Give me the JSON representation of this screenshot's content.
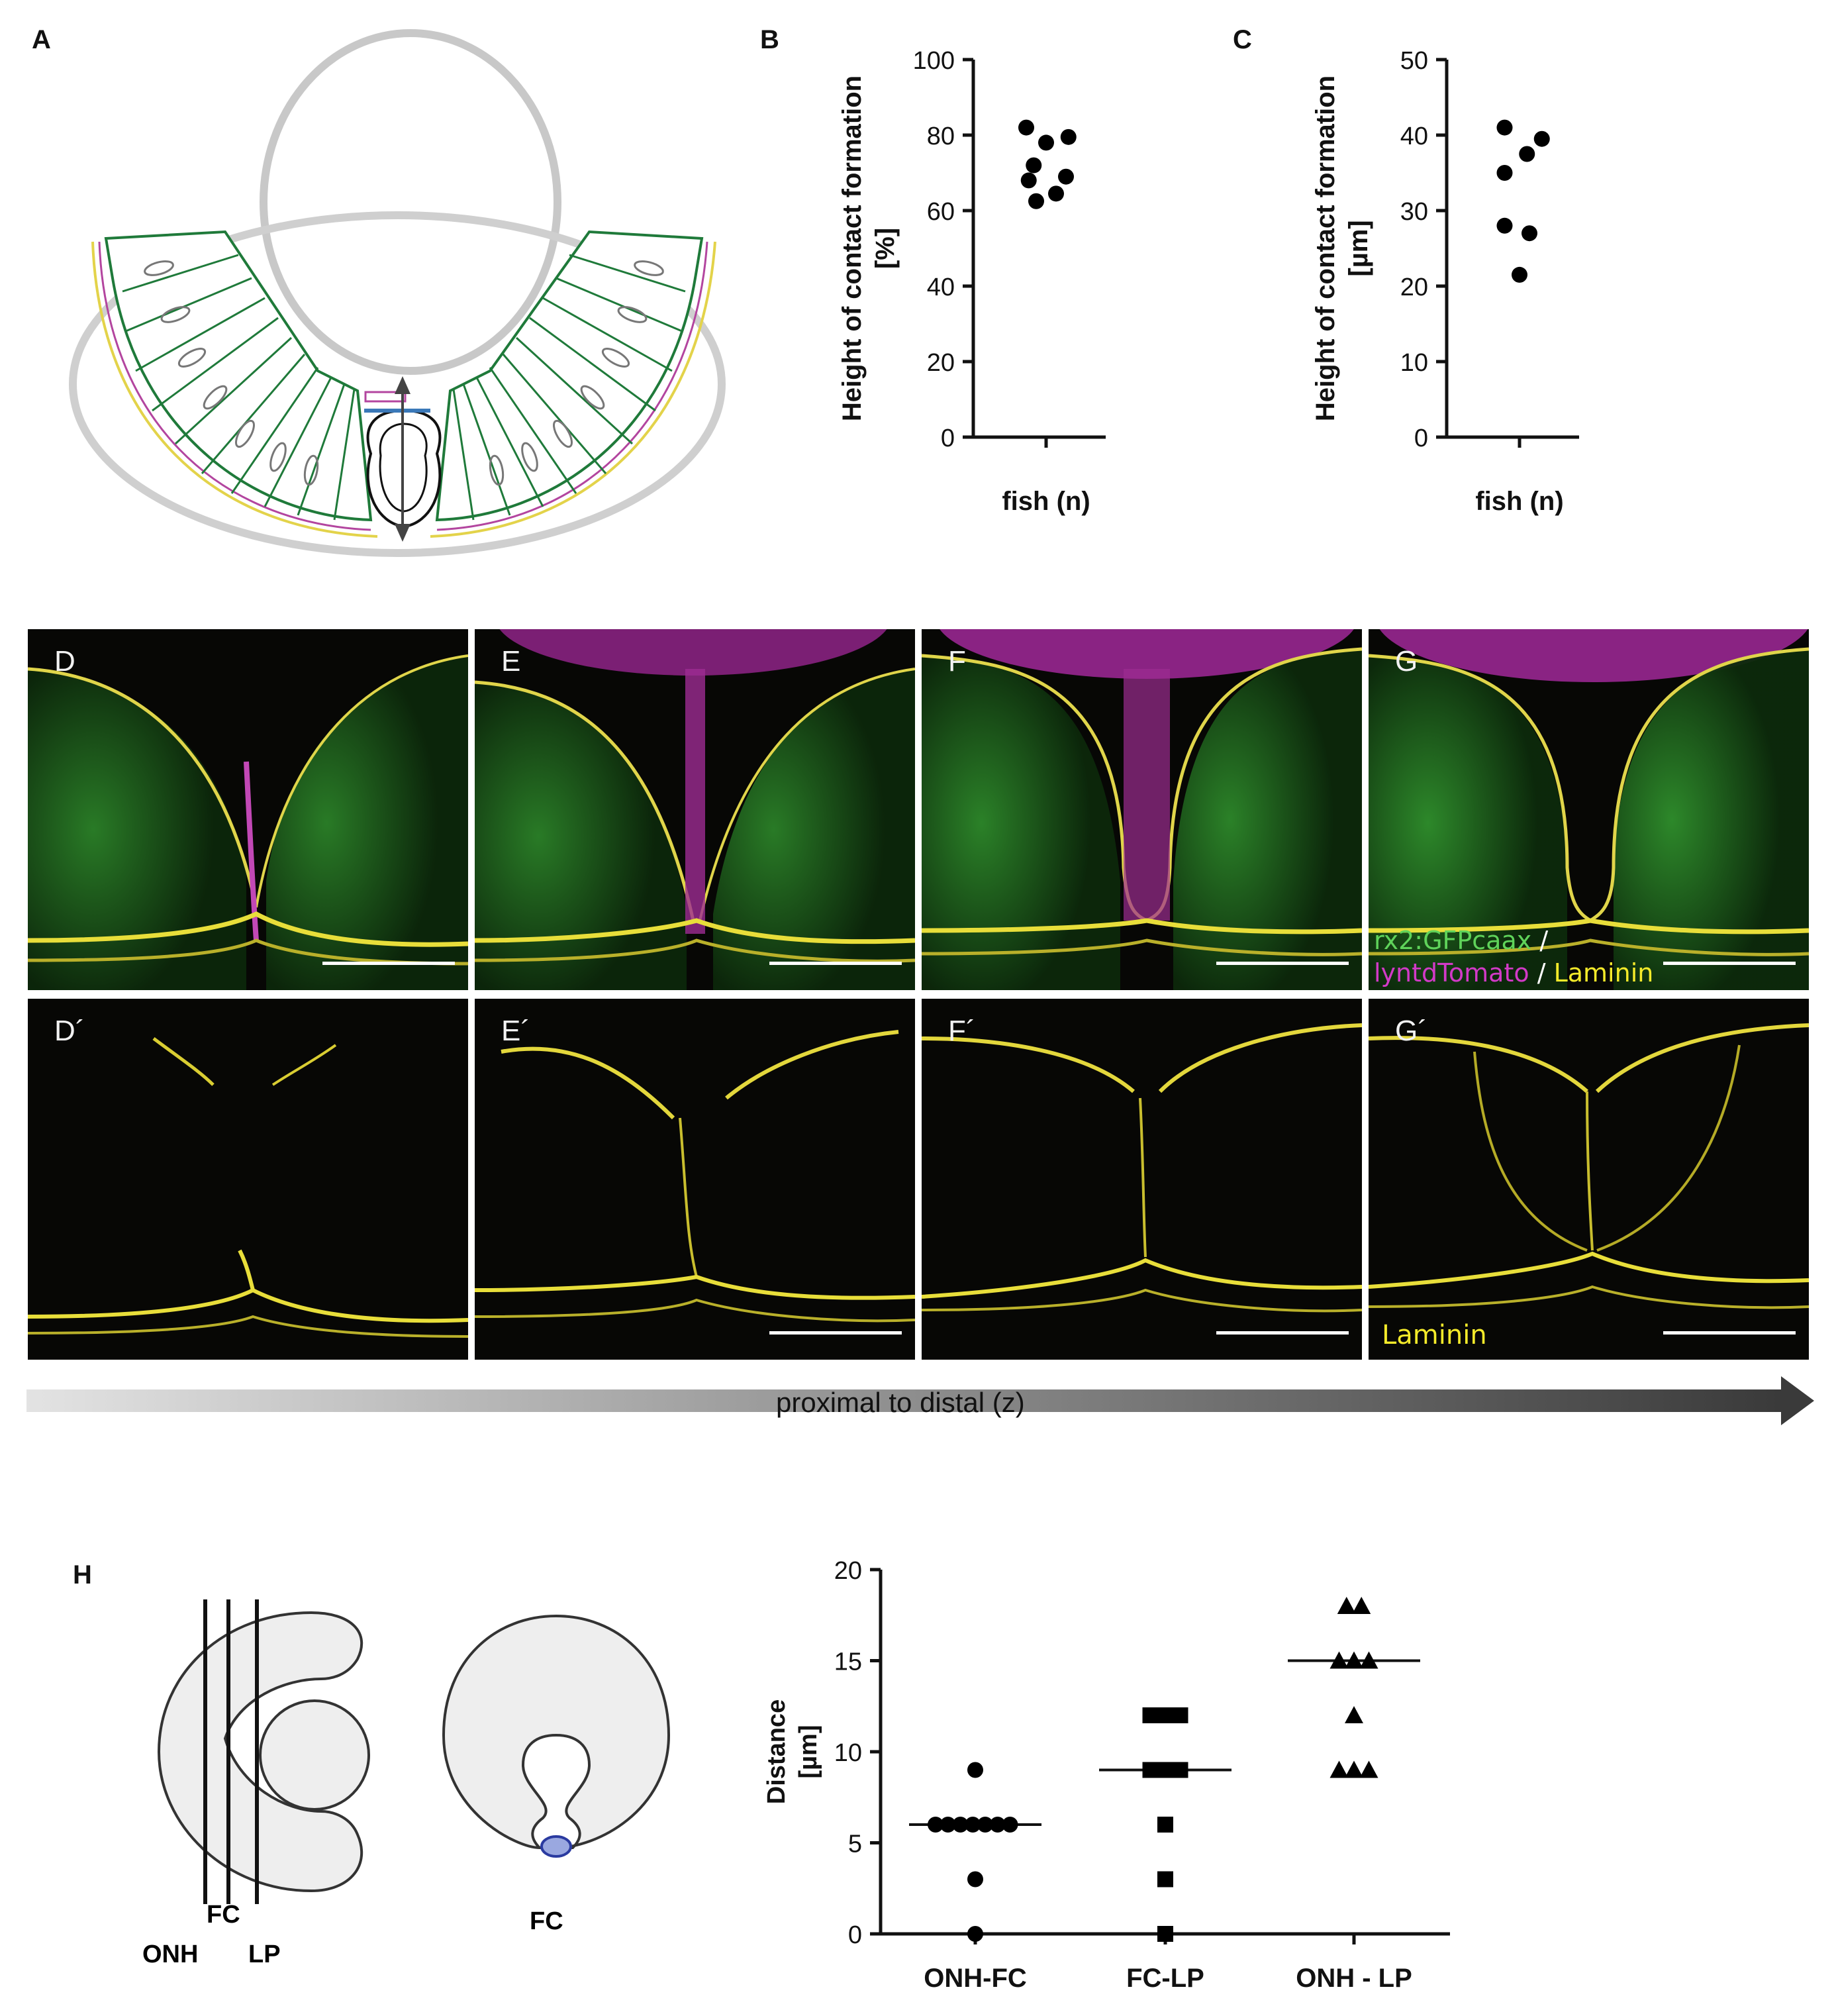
{
  "panels": {
    "A": "A",
    "B": "B",
    "C": "C",
    "D": "D",
    "E": "E",
    "F": "F",
    "G": "G",
    "Dp": "D´",
    "Ep": "E´",
    "Fp": "F´",
    "Gp": "G´",
    "H": "H"
  },
  "legend": {
    "green": "rx2:GFPcaax",
    "slash1": " /",
    "magenta": "lyntdTomato",
    "slash2": " / ",
    "yellow": "Laminin",
    "laminin_only": "Laminin"
  },
  "gradient_arrow": {
    "label": "proximal to distal (z)"
  },
  "diagram_H": {
    "label_fc_side": "FC",
    "label_onh": "ONH",
    "label_lp": "LP",
    "label_fc_front": "FC"
  },
  "colors": {
    "green": "#5fd35a",
    "magenta": "#d23ac7",
    "yellow": "#f4ea2a",
    "cell_outline": "#1f7a3a",
    "lamina": "#d6c84a",
    "membrane": "#b3459f"
  },
  "chart_data": [
    {
      "panel": "B",
      "type": "scatter",
      "ylabel": "Height of contact formation\n[%]",
      "xlabel": "fish (n)",
      "ylim": [
        0,
        100
      ],
      "yticks": [
        0,
        20,
        40,
        60,
        80,
        100
      ],
      "points": [
        {
          "x": -0.4,
          "y": 82
        },
        {
          "x": 0.0,
          "y": 78
        },
        {
          "x": 0.45,
          "y": 79.5
        },
        {
          "x": -0.25,
          "y": 72
        },
        {
          "x": -0.35,
          "y": 68
        },
        {
          "x": 0.4,
          "y": 69
        },
        {
          "x": -0.2,
          "y": 62.5
        },
        {
          "x": 0.2,
          "y": 64.5
        }
      ]
    },
    {
      "panel": "C",
      "type": "scatter",
      "ylabel": "Height of contact formation\n[µm]",
      "xlabel": "fish (n)",
      "ylim": [
        0,
        50
      ],
      "yticks": [
        0,
        10,
        20,
        30,
        40,
        50
      ],
      "points": [
        {
          "x": -0.3,
          "y": 41
        },
        {
          "x": 0.15,
          "y": 37.5
        },
        {
          "x": 0.45,
          "y": 39.5
        },
        {
          "x": -0.3,
          "y": 35
        },
        {
          "x": -0.3,
          "y": 28
        },
        {
          "x": 0.2,
          "y": 27
        },
        {
          "x": 0.0,
          "y": 21.5
        }
      ]
    },
    {
      "panel": "H",
      "type": "scatter",
      "ylabel": "Distance\n[µm]",
      "ylim": [
        0,
        20
      ],
      "yticks": [
        0,
        5,
        10,
        15,
        20
      ],
      "categories": [
        "ONH-FC",
        "FC-LP",
        "ONH - LP"
      ],
      "series": [
        {
          "category": "ONH-FC",
          "marker": "circle",
          "median": 6,
          "points": [
            {
              "x": 0.0,
              "y": 9
            },
            {
              "x": -0.8,
              "y": 6
            },
            {
              "x": -0.55,
              "y": 6
            },
            {
              "x": -0.3,
              "y": 6
            },
            {
              "x": -0.05,
              "y": 6
            },
            {
              "x": 0.2,
              "y": 6
            },
            {
              "x": 0.45,
              "y": 6
            },
            {
              "x": 0.7,
              "y": 6
            },
            {
              "x": 0.0,
              "y": 3
            },
            {
              "x": 0.0,
              "y": 0
            }
          ]
        },
        {
          "category": "FC-LP",
          "marker": "square",
          "median": 9,
          "points": [
            {
              "x": -0.3,
              "y": 12
            },
            {
              "x": 0.0,
              "y": 12
            },
            {
              "x": 0.3,
              "y": 12
            },
            {
              "x": -0.3,
              "y": 9
            },
            {
              "x": 0.0,
              "y": 9
            },
            {
              "x": 0.3,
              "y": 9
            },
            {
              "x": 0.0,
              "y": 6
            },
            {
              "x": 0.0,
              "y": 3
            },
            {
              "x": 0.0,
              "y": 0
            }
          ]
        },
        {
          "category": "ONH - LP",
          "marker": "triangle",
          "median": 15,
          "points": [
            {
              "x": -0.15,
              "y": 18
            },
            {
              "x": 0.15,
              "y": 18
            },
            {
              "x": -0.3,
              "y": 15
            },
            {
              "x": 0.0,
              "y": 15
            },
            {
              "x": 0.3,
              "y": 15
            },
            {
              "x": 0.0,
              "y": 12
            },
            {
              "x": -0.3,
              "y": 9
            },
            {
              "x": 0.0,
              "y": 9
            },
            {
              "x": 0.3,
              "y": 9
            }
          ]
        }
      ]
    }
  ]
}
